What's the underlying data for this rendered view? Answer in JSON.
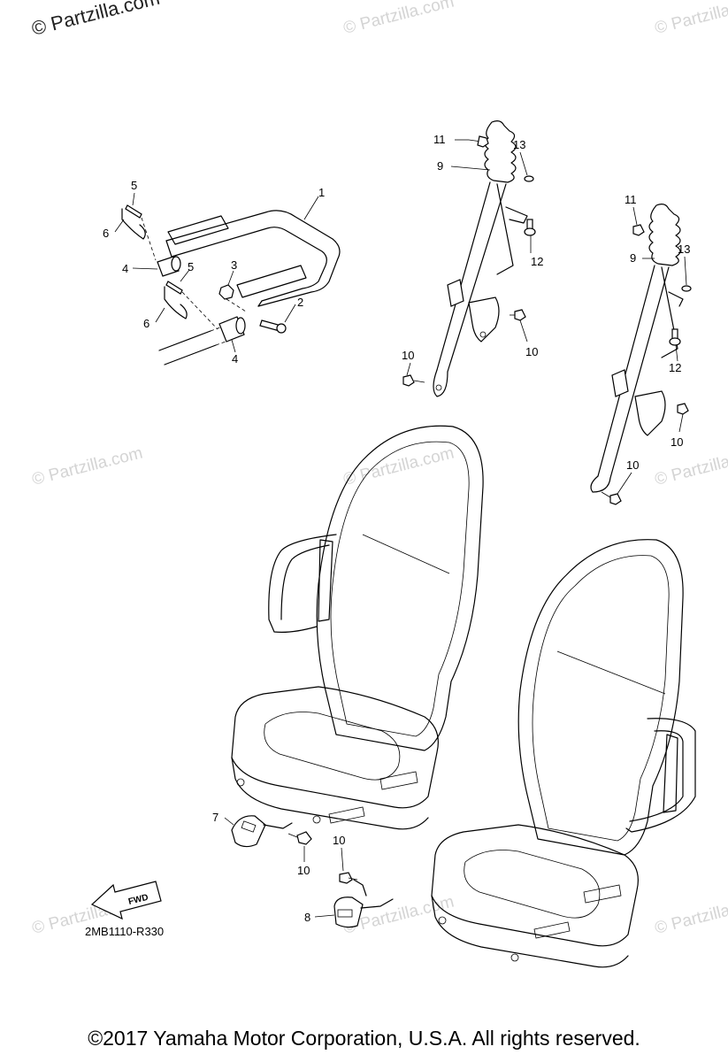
{
  "watermarks": {
    "top_left": "© Partzilla.com",
    "repeat": "© Partzilla.com"
  },
  "callouts": {
    "c1": "1",
    "c2": "2",
    "c3": "3",
    "c4a": "4",
    "c4b": "4",
    "c5a": "5",
    "c5b": "5",
    "c6a": "6",
    "c6b": "6",
    "c7": "7",
    "c8": "8",
    "c9a": "9",
    "c9b": "9",
    "c10a": "10",
    "c10b": "10",
    "c10c": "10",
    "c10d": "10",
    "c10e": "10",
    "c10f": "10",
    "c11a": "11",
    "c11b": "11",
    "c12a": "12",
    "c12b": "12",
    "c13a": "13",
    "c13b": "13"
  },
  "fwd_label": "FWD",
  "diagram_code": "2MB1110-R330",
  "copyright": "©2017  Yamaha Motor Corporation, U.S.A. All rights reserved."
}
